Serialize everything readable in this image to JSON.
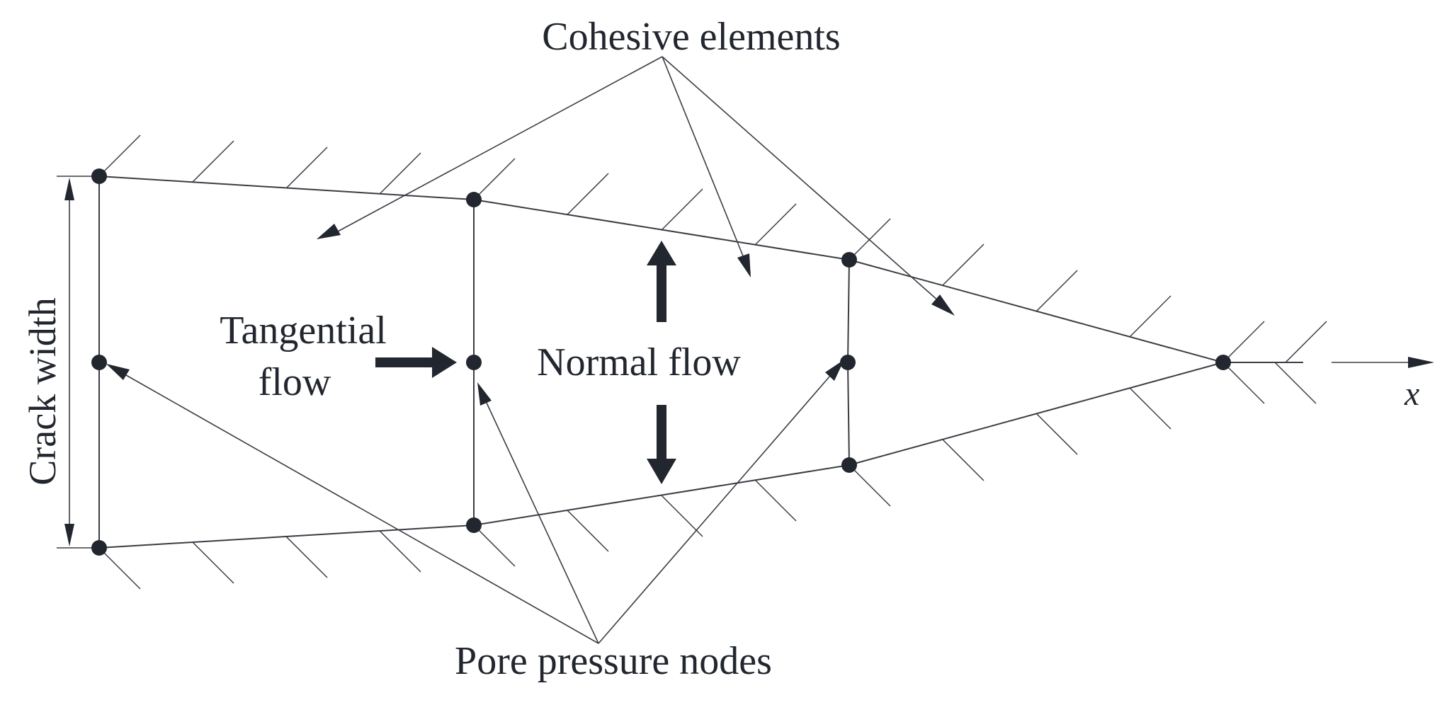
{
  "labels": {
    "cohesive_elements": "Cohesive elements",
    "pore_pressure_nodes": "Pore pressure nodes",
    "tangential_flow_line1": "Tangential",
    "tangential_flow_line2": "flow",
    "normal_flow": "Normal flow",
    "crack_width": "Crack width",
    "x_axis": "x"
  },
  "colors": {
    "ink": "#22262e",
    "line": "#3a3d44",
    "background": "#ffffff"
  }
}
